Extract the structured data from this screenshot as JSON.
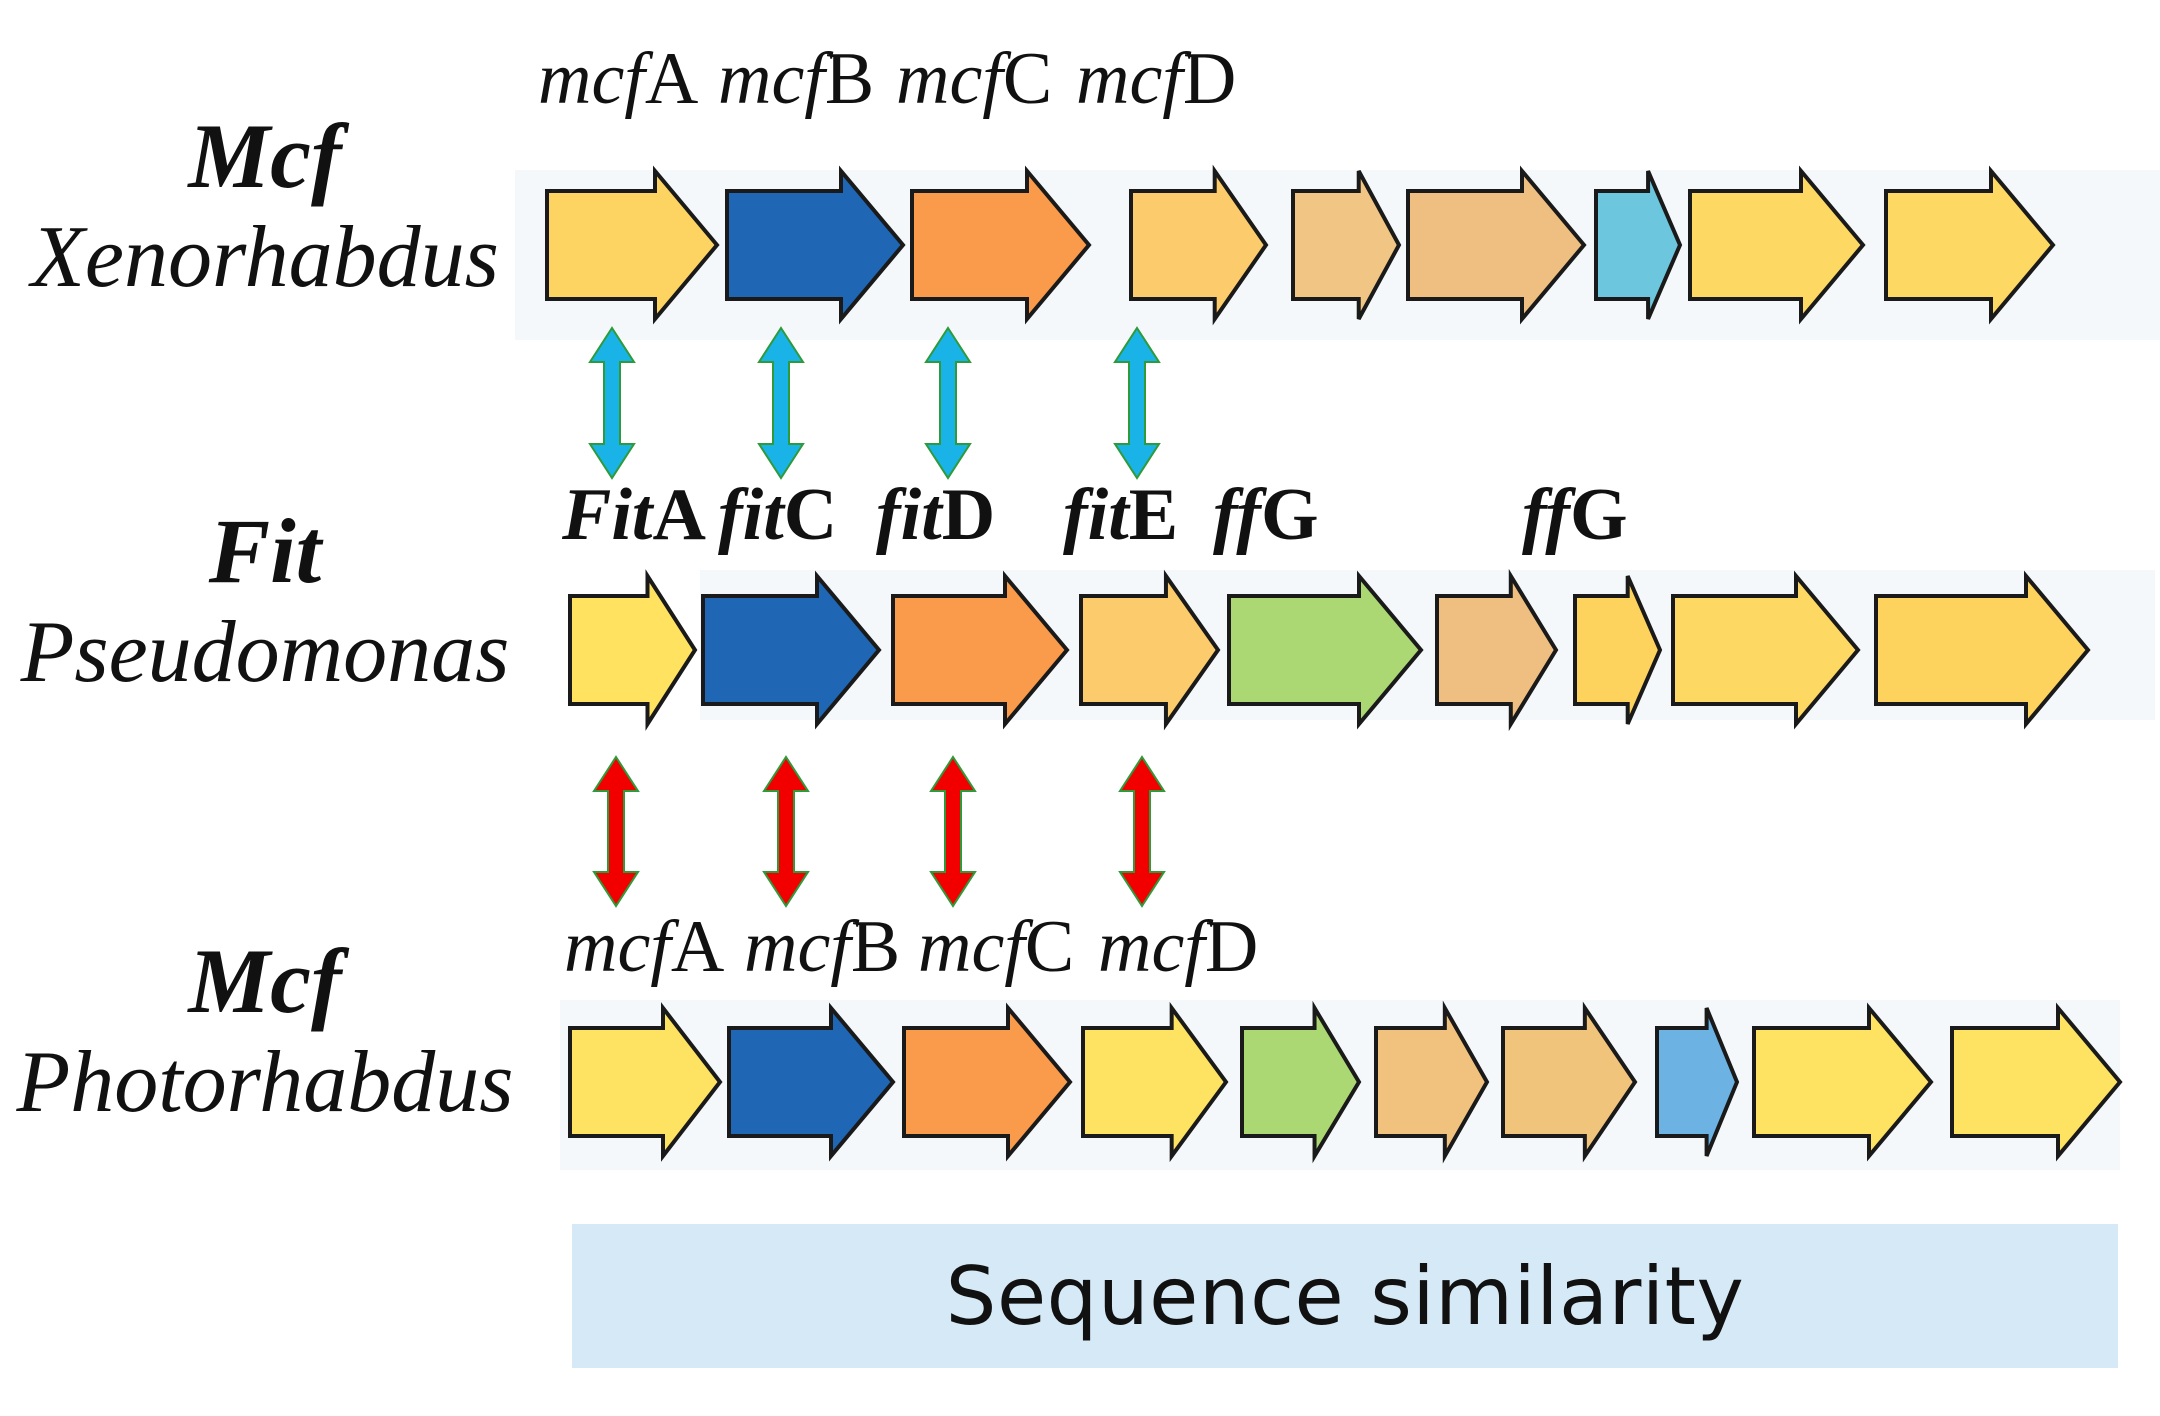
{
  "organisms": [
    {
      "system": "Mcf",
      "genus": "Xenorhabdus"
    },
    {
      "system": "Fit",
      "genus": "Pseudomonas"
    },
    {
      "system": "Mcf",
      "genus": "Photorhabdus"
    }
  ],
  "rows": [
    {
      "labels": [
        {
          "prefix": "mcf",
          "suffix": "A"
        },
        {
          "prefix": "mcf",
          "suffix": "B"
        },
        {
          "prefix": "mcf",
          "suffix": "C"
        },
        {
          "prefix": "mcf",
          "suffix": "D"
        }
      ],
      "gene_colors": [
        "#fdd462",
        "#1f66b5",
        "#fa9a4b",
        "#fccb6c",
        "#f1c583",
        "#efbf81",
        "#6cc6dd",
        "#fdd863",
        "#fdd863"
      ]
    },
    {
      "labels": [
        {
          "prefix": "Fit",
          "suffix": "A"
        },
        {
          "prefix": "fit",
          "suffix": "C"
        },
        {
          "prefix": "fit",
          "suffix": "D"
        },
        {
          "prefix": "fit",
          "suffix": "E"
        },
        {
          "prefix": "ff",
          "suffix": "G"
        },
        {
          "prefix": "ff",
          "suffix": "G"
        }
      ],
      "gene_colors": [
        "#fee260",
        "#1f66b5",
        "#fa9a4b",
        "#fccb6c",
        "#abd872",
        "#efbf81",
        "#fdd35e",
        "#fdd863",
        "#fdd35e"
      ]
    },
    {
      "labels": [
        {
          "prefix": "mcf",
          "suffix": "A"
        },
        {
          "prefix": "mcf",
          "suffix": "B"
        },
        {
          "prefix": "mcf",
          "suffix": "C"
        },
        {
          "prefix": "mcf",
          "suffix": "D"
        }
      ],
      "gene_colors": [
        "#fee262",
        "#1f66b5",
        "#fa9a4b",
        "#fee262",
        "#abd872",
        "#f0c27e",
        "#f1c47c",
        "#6cb3e3",
        "#fee262",
        "#fee262"
      ]
    }
  ],
  "connector_colors": [
    "#1ab3e8",
    "#f20000"
  ],
  "similarity_bar": {
    "label": "Sequence similarity",
    "color": "#d6e9f6"
  }
}
